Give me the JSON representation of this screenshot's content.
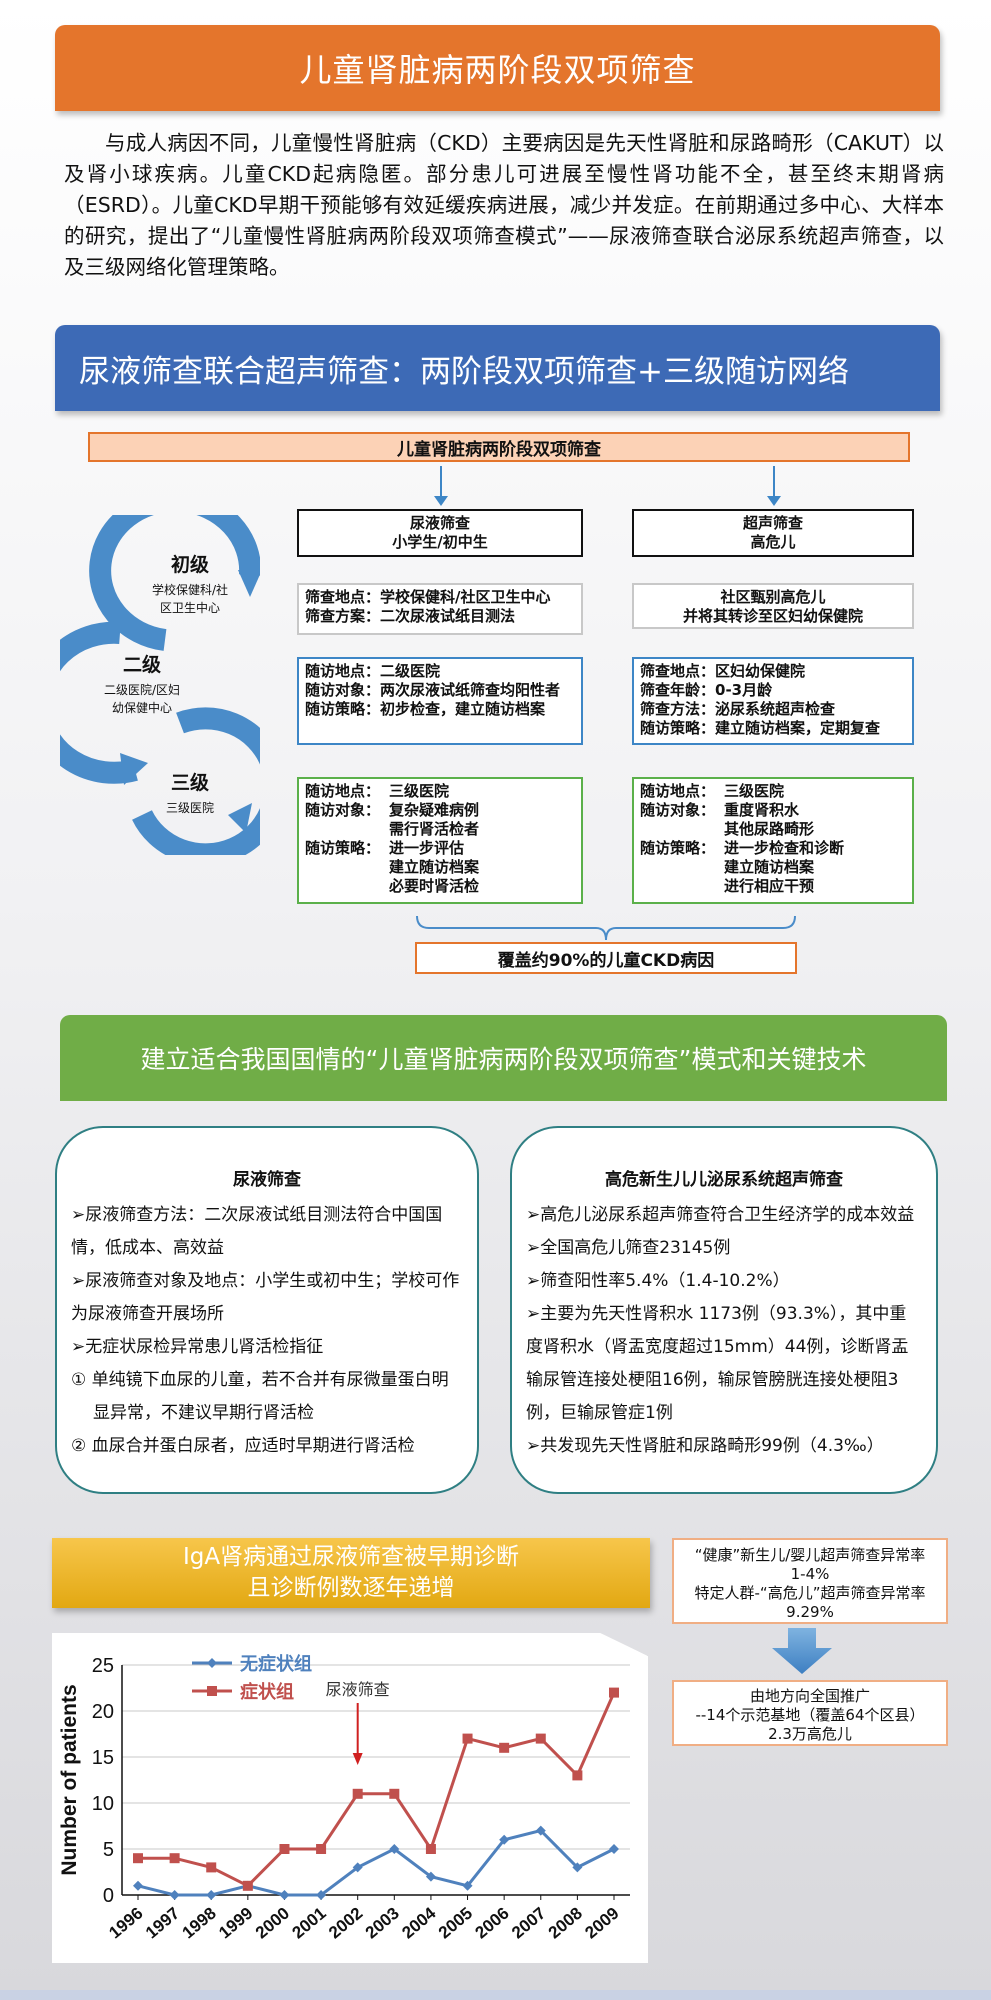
{
  "header": {
    "title": "儿童肾脏病两阶段双项筛查",
    "intro": "与成人病因不同，儿童慢性肾脏病（CKD）主要病因是先天性肾脏和尿路畸形（CAKUT）以及肾小球疾病。儿童CKD起病隐匿。部分患儿可进展至慢性肾功能不全，甚至终末期肾病（ESRD）。儿童CKD早期干预能够有效延缓疾病进展，减少并发症。在前期通过多中心、大样本的研究，提出了“儿童慢性肾脏病两阶段双项筛查模式”——尿液筛查联合泌尿系统超声筛查，以及三级网络化管理策略。"
  },
  "section1": {
    "banner": "尿液筛查联合超声筛查：两阶段双项筛查+三级随访网络",
    "flow_title": "儿童肾脏病两阶段双项筛查",
    "levels": [
      {
        "name": "初级",
        "desc1": "学校保健科/社",
        "desc2": "区卫生中心"
      },
      {
        "name": "二级",
        "desc1": "二级医院/区妇",
        "desc2": "幼保健中心"
      },
      {
        "name": "三级",
        "desc1": "三级医院",
        "desc2": ""
      }
    ],
    "left": {
      "header1": "尿液筛查",
      "header2": "小学生/初中生",
      "box1": [
        {
          "k": "筛查地点：",
          "v": "学校保健科/社区卫生中心"
        },
        {
          "k": "筛查方案：",
          "v": "二次尿液试纸目测法"
        }
      ],
      "box2": [
        {
          "k": "随访地点：",
          "v": "二级医院"
        },
        {
          "k": "随访对象：",
          "v": "两次尿液试纸筛查均阳性者"
        },
        {
          "k": "随访策略：",
          "v": "初步检查，建立随访档案"
        }
      ],
      "box3": [
        {
          "k": "随访地点：",
          "v": "三级医院"
        },
        {
          "k": "随访对象：",
          "v": "复杂疑难病例"
        },
        {
          "k": "",
          "v": "需行肾活检者"
        },
        {
          "k": "随访策略：",
          "v": "进一步评估"
        },
        {
          "k": "",
          "v": "建立随访档案"
        },
        {
          "k": "",
          "v": "必要时肾活检"
        }
      ]
    },
    "right": {
      "header1": "超声筛查",
      "header2": "高危儿",
      "box1_line1": "社区甄别高危儿",
      "box1_line2": "并将其转诊至区妇幼保健院",
      "box2": [
        {
          "k": "筛查地点：",
          "v": "区妇幼保健院"
        },
        {
          "k": "筛查年龄：",
          "v": "0-3月龄"
        },
        {
          "k": "筛查方法：",
          "v": "泌尿系统超声检查"
        },
        {
          "k": "随访策略：",
          "v": "建立随访档案，定期复查"
        }
      ],
      "box3": [
        {
          "k": "随访地点：",
          "v": "三级医院"
        },
        {
          "k": "随访对象：",
          "v": "重度肾积水"
        },
        {
          "k": "",
          "v": "其他尿路畸形"
        },
        {
          "k": "随访策略：",
          "v": "进一步检查和诊断"
        },
        {
          "k": "",
          "v": "建立随访档案"
        },
        {
          "k": "",
          "v": "进行相应干预"
        }
      ]
    },
    "coverage": "覆盖约90%的儿童CKD病因"
  },
  "section2": {
    "banner": "建立适合我国国情的“儿童肾脏病两阶段双项筛查”模式和关键技术",
    "urine_panel": {
      "title": "尿液筛查",
      "items": [
        "➢尿液筛查方法：二次尿液试纸目测法符合中国国情，低成本、高效益",
        "➢尿液筛查对象及地点：小学生或初中生；学校可作为尿液筛查开展场所",
        "➢无症状尿检异常患儿肾活检指征",
        "① 单纯镜下血尿的儿童，若不合并有尿微量蛋白明显异常，不建议早期行肾活检",
        "② 血尿合并蛋白尿者，应适时早期进行肾活检"
      ]
    },
    "us_panel": {
      "title": "高危新生儿儿泌尿系统超声筛查",
      "items": [
        "➢高危儿泌尿系超声筛查符合卫生经济学的成本效益",
        "➢全国高危儿筛查23145例",
        "➢筛查阳性率5.4%（1.4-10.2%）",
        "➢主要为先天性肾积水 1173例（93.3%），其中重度肾积水（肾盂宽度超过15mm）44例，诊断肾盂输尿管连接处梗阻16例，输尿管膀胱连接处梗阻3例，巨输尿管症1例",
        "➢共发现先天性肾脏和尿路畸形99例（4.3‰）"
      ]
    }
  },
  "section3": {
    "iga_line1": "IgA肾病通过尿液筛查被早期诊断",
    "iga_line2": "且诊断例数逐年递增",
    "side_top_1": "“健康”新生儿/婴儿超声筛查异常率",
    "side_top_2": "1-4%",
    "side_top_3": "特定人群-“高危儿”超声筛查异常率",
    "side_top_4": "9.29%",
    "side_bottom_1": "由地方向全国推广",
    "side_bottom_2": "--14个示范基地（覆盖64个区县）",
    "side_bottom_3": "2.3万高危儿"
  },
  "colors": {
    "orange": "#e4752c",
    "blue": "#3d6ab6",
    "green": "#70ad47",
    "series_asym": "#4f81bd",
    "series_sym": "#c0504d"
  },
  "chart_data": {
    "type": "line",
    "title": "",
    "xlabel": "",
    "ylabel": "Number of patients",
    "ylim": [
      0,
      25
    ],
    "yticks": [
      0,
      5,
      10,
      15,
      20,
      25
    ],
    "categories": [
      "1996",
      "1997",
      "1998",
      "1999",
      "2000",
      "2001",
      "2002",
      "2003",
      "2004",
      "2005",
      "2006",
      "2007",
      "2008",
      "2009"
    ],
    "series": [
      {
        "name": "无症状组",
        "color": "#4f81bd",
        "values": [
          1,
          0,
          0,
          1,
          0,
          0,
          3,
          5,
          2,
          1,
          6,
          7,
          3,
          5
        ]
      },
      {
        "name": "症状组",
        "color": "#c0504d",
        "values": [
          4,
          4,
          3,
          1,
          5,
          5,
          11,
          11,
          5,
          17,
          16,
          17,
          13,
          22
        ]
      }
    ],
    "annotation": {
      "text": "尿液筛查",
      "at": "2002"
    },
    "legend": "top-left",
    "grid": true
  }
}
